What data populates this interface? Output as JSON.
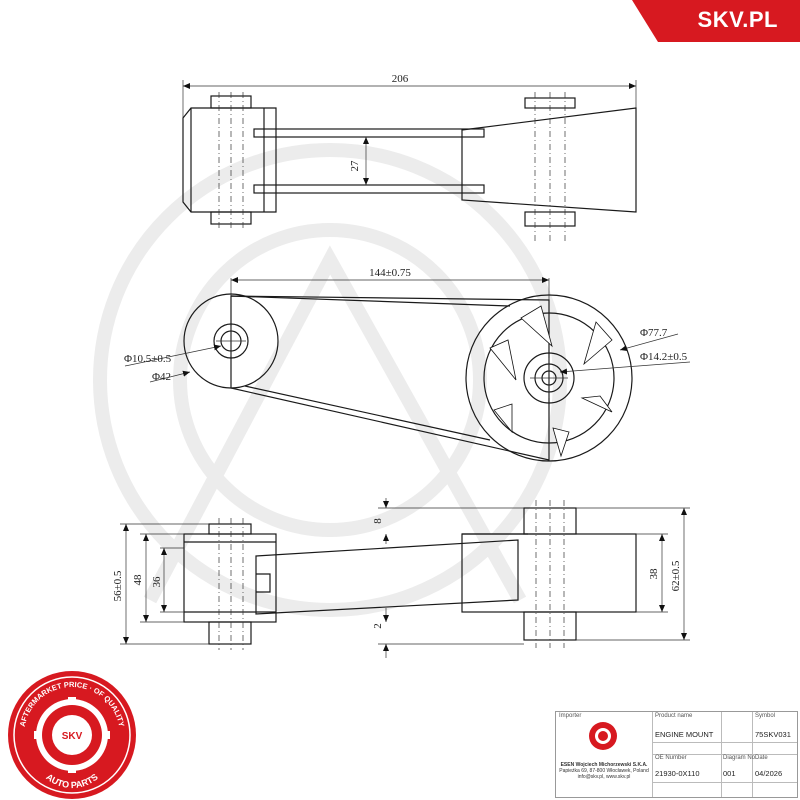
{
  "brand": {
    "name": "SKV.PL",
    "color": "#d71920"
  },
  "dimensions": {
    "overall_length": "206",
    "arm_width": "27",
    "center_distance": "144±0.75",
    "small_bore": "Φ10.5±0.5",
    "small_outer": "Φ42",
    "large_outer": "Φ77.7",
    "large_bore": "Φ14.2±0.5",
    "offset_top": "8",
    "offset_bottom": "2",
    "small_height": "56±0.5",
    "small_inner_height": "48",
    "small_core_height": "36",
    "large_height": "62±0.5",
    "large_inner_height": "38"
  },
  "seal": {
    "ring_text": "AFTERMARKET PRICE · OF QUALITY",
    "center_text": "SKV",
    "bottom_text": "AUTO PARTS",
    "color": "#d71920"
  },
  "title_block": {
    "importer_label": "Importer",
    "product_name_label": "Product name",
    "symbol_label": "Symbol",
    "product_name": "ENGINE MOUNT",
    "symbol": "75SKV031",
    "oe_label": "OE Number",
    "diagram_label": "Diagram No.",
    "date_label": "Date",
    "oe_number": "21930-0X110",
    "diagram_no": "001",
    "date": "04/2026",
    "company": "ESEN Wojciech Michorzewski S.K.A.",
    "address": "Papieżka 69, 87-800 Włocławek, Poland",
    "contact": "info@skv.pl, www.skv.pl"
  }
}
